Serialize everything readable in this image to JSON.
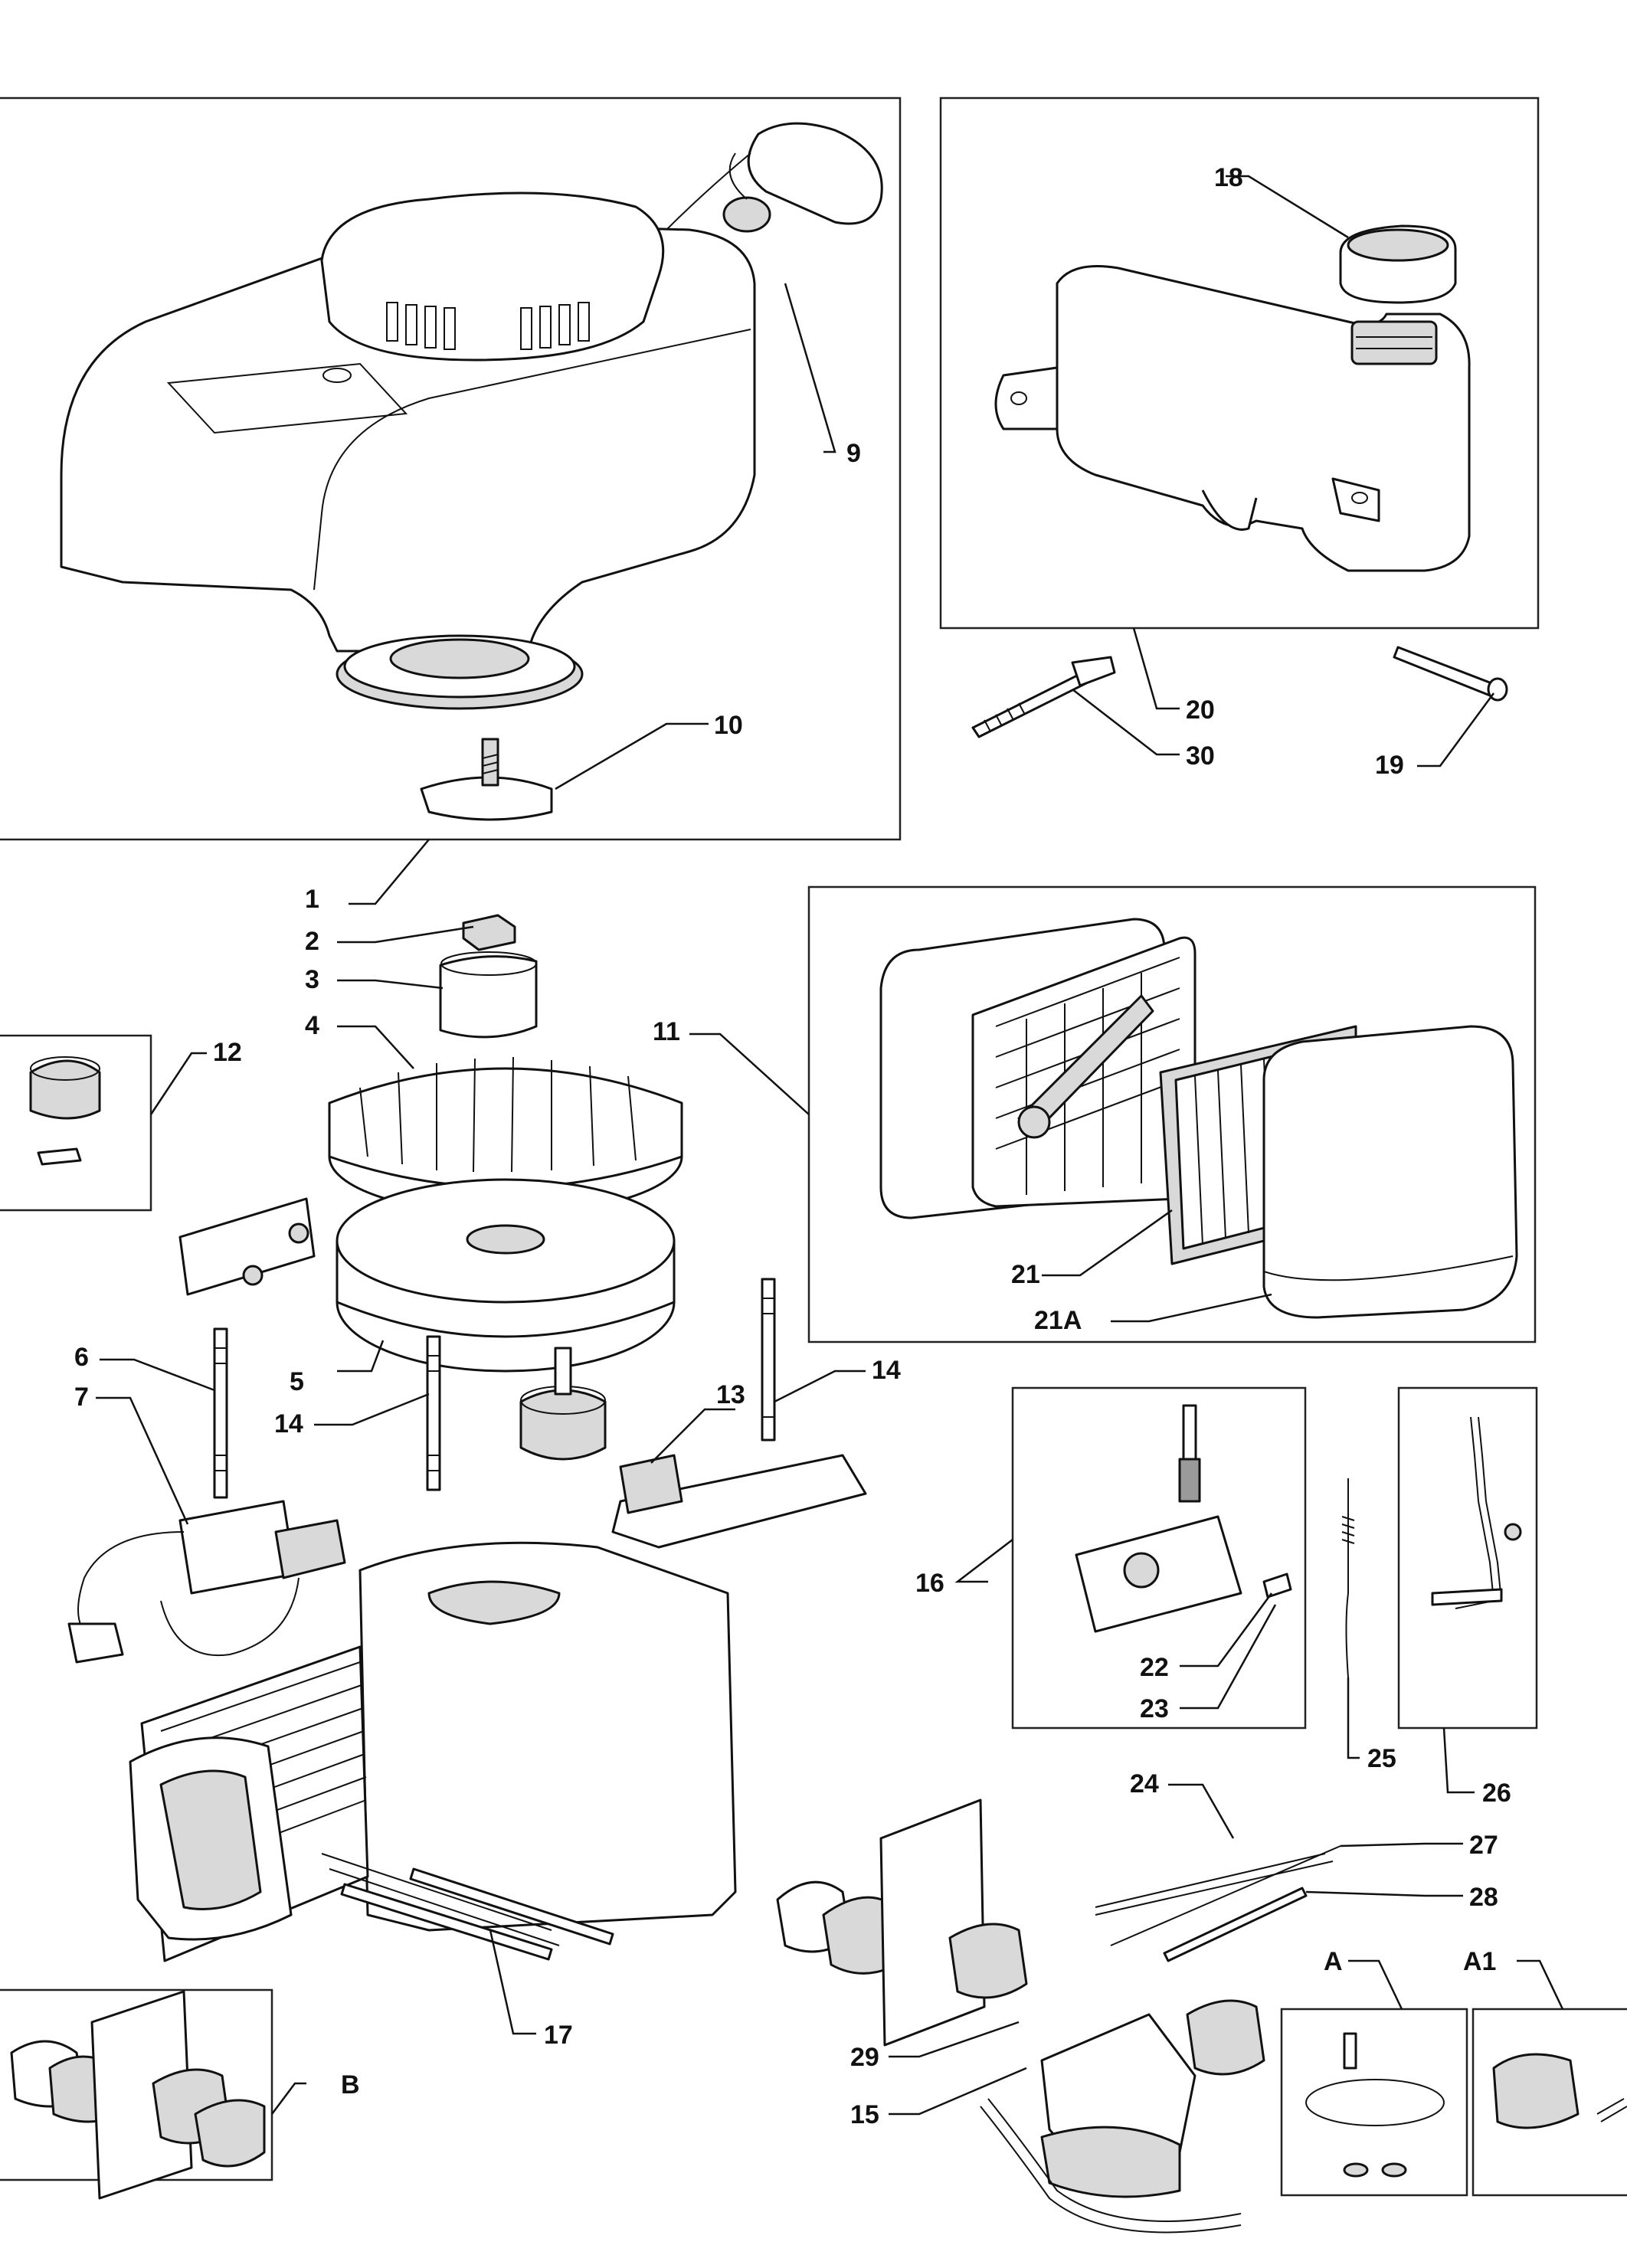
{
  "labels": {
    "l1": "1",
    "l2": "2",
    "l3": "3",
    "l4": "4",
    "l5": "5",
    "l6": "6",
    "l7": "7",
    "l9": "9",
    "l10": "10",
    "l11": "11",
    "l12": "12",
    "l13": "13",
    "l14a": "14",
    "l14b": "14",
    "l15": "15",
    "l16": "16",
    "l17": "17",
    "l18": "18",
    "l19": "19",
    "l20": "20",
    "l21": "21",
    "l21a": "21A",
    "l22": "22",
    "l23": "23",
    "l24": "24",
    "l25": "25",
    "l26": "26",
    "l27": "27",
    "l28": "28",
    "l29": "29",
    "l30": "30",
    "lA": "A",
    "lA1": "A1",
    "lB": "B"
  }
}
